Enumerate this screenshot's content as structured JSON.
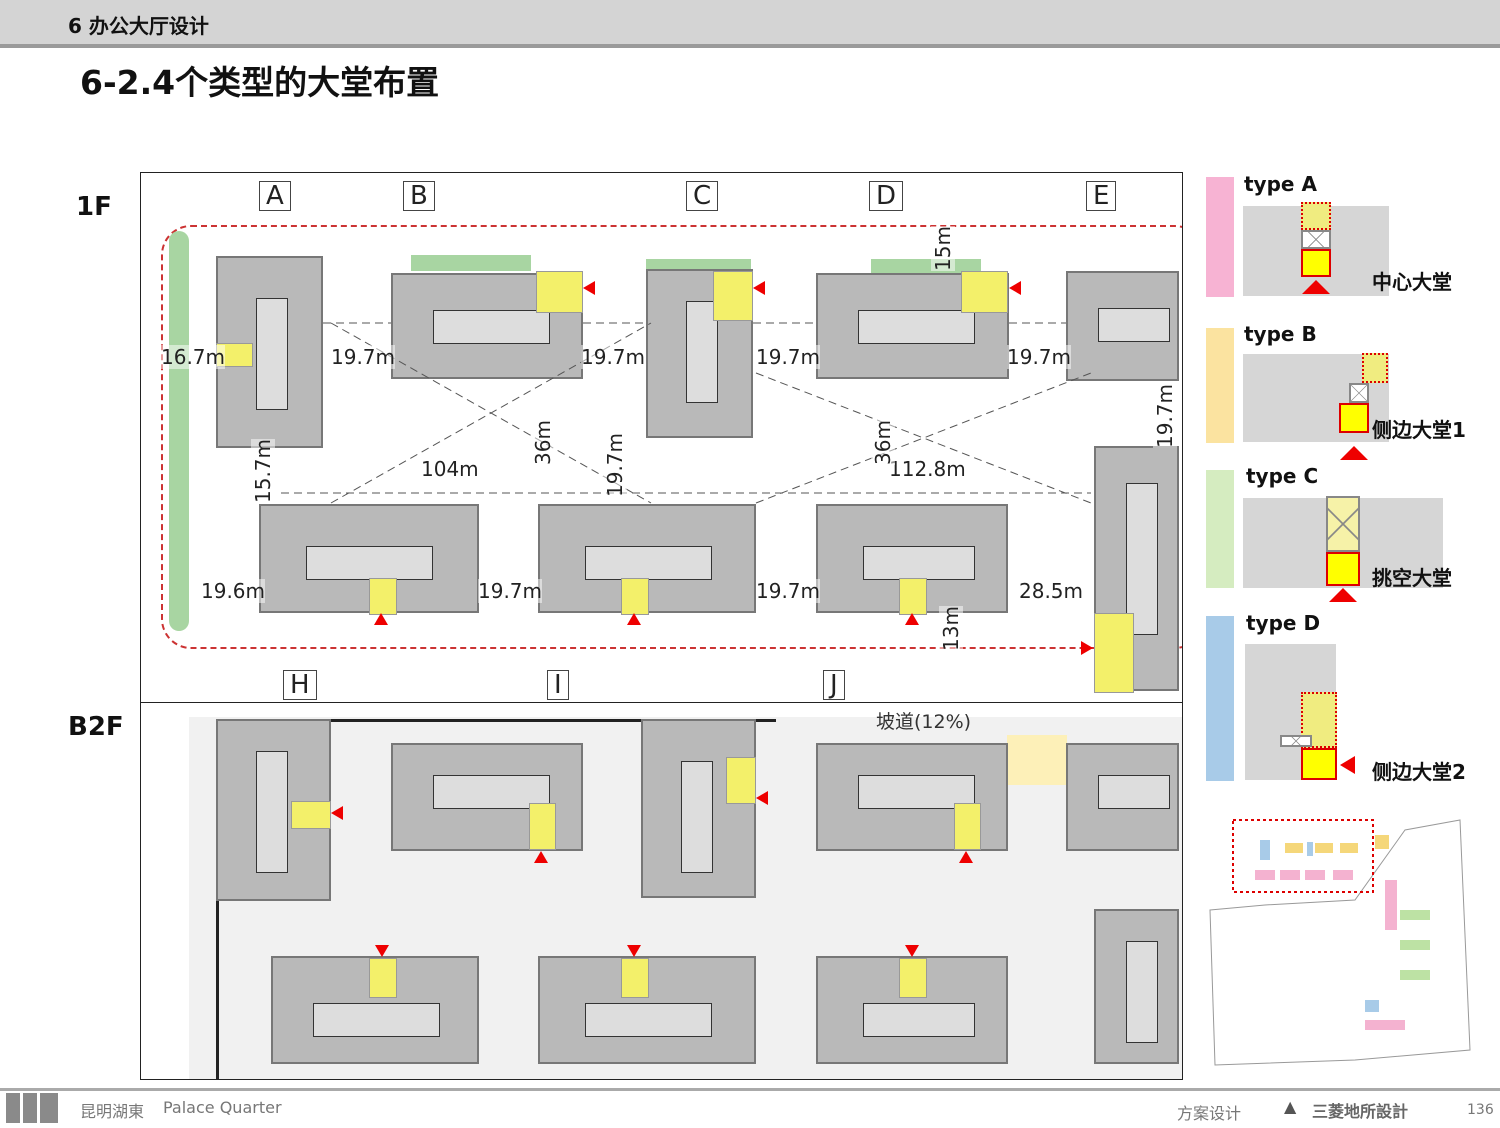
{
  "header": {
    "section": "6 办公大厅设计",
    "title": "6-2.4个类型的大堂布置"
  },
  "floors": {
    "f1": "1F",
    "b2": "B2F"
  },
  "plan_1f": {
    "columns": [
      "A",
      "B",
      "C",
      "D",
      "E"
    ],
    "columns_bottom": [
      "H",
      "I",
      "J"
    ],
    "dims": [
      "16.7m",
      "19.7m",
      "19.7m",
      "19.7m",
      "19.7m",
      "104m",
      "112.8m",
      "36m",
      "19.7m",
      "36m",
      "19.7m",
      "15.7m",
      "15m",
      "19.6m",
      "19.7m",
      "19.7m",
      "28.5m",
      "13m"
    ]
  },
  "plan_b2f": {
    "ramp": "坡道(12%)"
  },
  "legend": [
    {
      "type": "type A",
      "name": "中心大堂",
      "color": "#f7b3d3"
    },
    {
      "type": "type B",
      "name": "侧边大堂1",
      "color": "#fbe3a0"
    },
    {
      "type": "type C",
      "name": "挑空大堂",
      "color": "#d5ecc0"
    },
    {
      "type": "type D",
      "name": "侧边大堂2",
      "color": "#a8cbe8"
    }
  ],
  "footer": {
    "project": "昆明湖東",
    "project_en": "Palace Quarter",
    "dept": "方案设计",
    "company": "三菱地所設計",
    "page": "136"
  }
}
